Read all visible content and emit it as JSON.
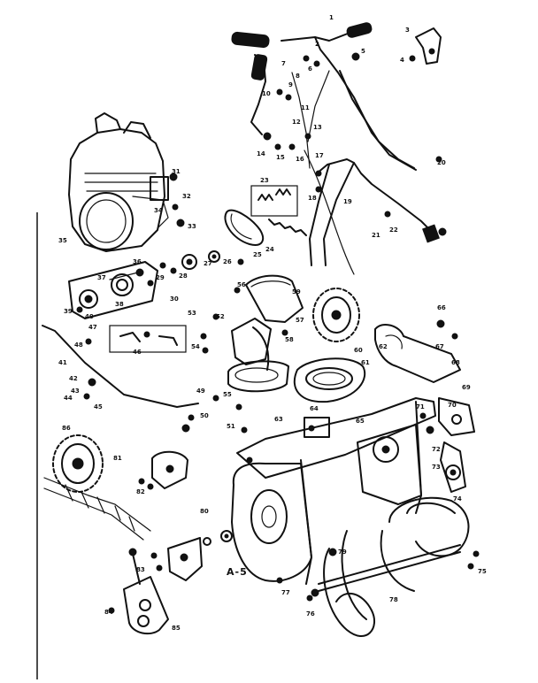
{
  "diagram": {
    "figure_label": "A-5",
    "colors": {
      "ink": "#111111",
      "paper": "#ffffff"
    },
    "part_numbers": [
      "1",
      "2",
      "3",
      "4",
      "5",
      "6",
      "7",
      "8",
      "9",
      "10",
      "11",
      "12",
      "13",
      "14",
      "15",
      "16",
      "17",
      "18",
      "19",
      "20",
      "21",
      "22",
      "23",
      "24",
      "25",
      "26",
      "27",
      "28",
      "29",
      "30",
      "31",
      "32",
      "33",
      "34",
      "35",
      "36",
      "37",
      "38",
      "39",
      "40",
      "41",
      "42",
      "43",
      "44",
      "45",
      "46",
      "47",
      "48",
      "49",
      "50",
      "51",
      "52",
      "53",
      "54",
      "55",
      "56",
      "57",
      "58",
      "59",
      "60",
      "61",
      "62",
      "63",
      "64",
      "65",
      "66",
      "67",
      "68",
      "69",
      "70",
      "71",
      "72",
      "73",
      "74",
      "75",
      "76",
      "77",
      "78",
      "79",
      "80",
      "81",
      "82",
      "83",
      "84",
      "85",
      "86"
    ]
  }
}
